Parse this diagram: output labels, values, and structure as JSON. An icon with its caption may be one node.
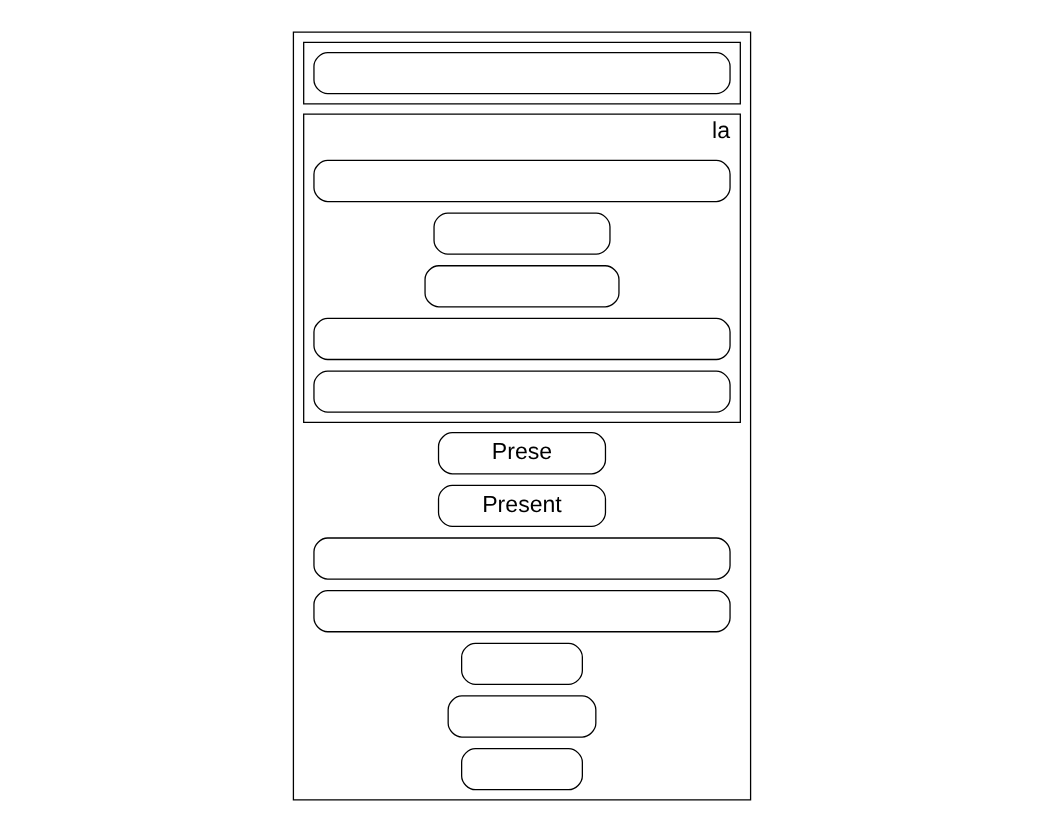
{
  "diagram": {
    "nodes": [
      {
        "text": [],
        "shape": "box"
      },
      {
        "text": [
          "Prese"
        ],
        "in": 0
      },
      {
        "text": [
          "Present"
        ],
        "in": 0
      },
      {
        "text": [],
        "shape": "box",
        "in": 0
      },
      {
        "text": [],
        "shape": "box",
        "in": 0
      },
      {
        "text": [],
        "shape": "box",
        "in": 0
      },
      {
        "text": [],
        "shape": "box",
        "in": 0
      },
      {
        "text": [],
        "shape": "box",
        "in": 0
      },
      {
        "text": [],
        "shape": "box",
        "in": 0
      },
      {
        "text": [],
        "shape": "box",
        "in": 8
      },
      {
        "text": [
          "la"
        ],
        "in": 0
      },
      {
        "text": [],
        "shape": "box",
        "in": 10
      },
      {
        "text": [],
        "shape": "box",
        "in": 10
      },
      {
        "text": [],
        "shape": "box",
        "in": 10
      },
      {
        "text": [],
        "shape": "box",
        "in": 10
      },
      {
        "text": [],
        "shape": "box",
        "in": 10
      }
    ],
    "edges": []
  }
}
